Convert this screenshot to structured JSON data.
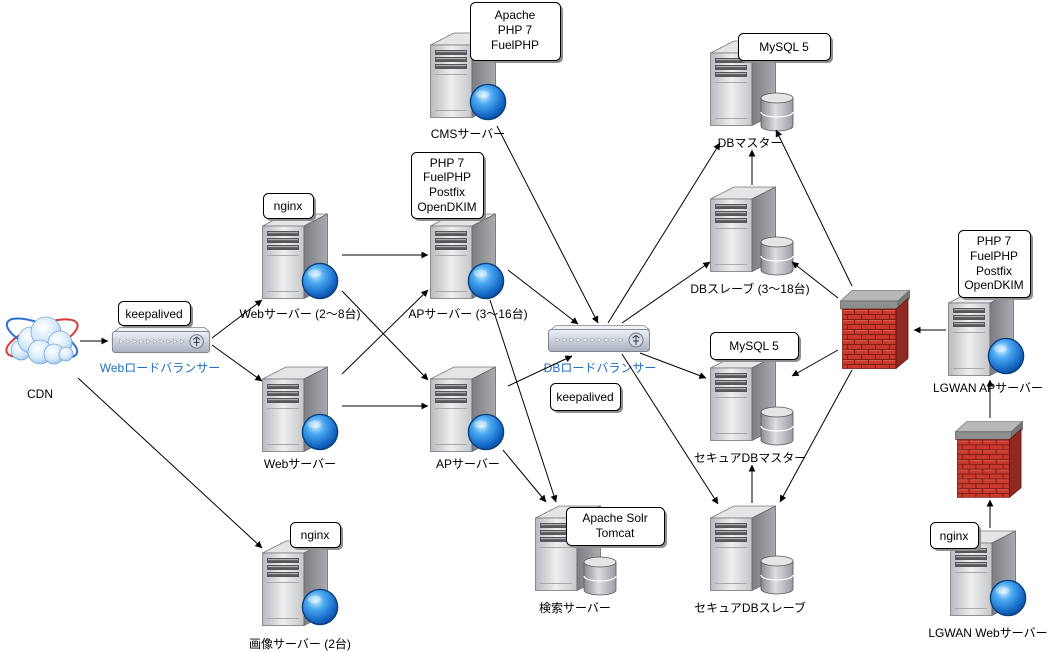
{
  "diagram": {
    "cdn": {
      "label": "CDN"
    },
    "web_lb": {
      "label": "Webロードバランサー",
      "note": "keepalived"
    },
    "web_server_cluster": {
      "label": "Webサーバー (2〜8台)",
      "note": "nginx"
    },
    "web_server": {
      "label": "Webサーバー"
    },
    "image_server": {
      "label": "画像サーバー (2台)",
      "note": "nginx"
    },
    "cms_server": {
      "label": "CMSサーバー",
      "note": [
        "Apache",
        "PHP 7",
        "FuelPHP"
      ]
    },
    "ap_server_cluster": {
      "label": "APサーバー (3〜16台)",
      "note": [
        "PHP 7",
        "FuelPHP",
        "Postfix",
        "OpenDKIM"
      ]
    },
    "ap_server": {
      "label": "APサーバー"
    },
    "db_lb": {
      "label": "DBロードバランサー",
      "note": "keepalived"
    },
    "search_server": {
      "label": "検索サーバー",
      "note": [
        "Apache Solr",
        "Tomcat"
      ]
    },
    "db_master": {
      "label": "DBマスター",
      "note": "MySQL 5"
    },
    "db_slave": {
      "label": "DBスレーブ (3〜18台)"
    },
    "secure_db_master": {
      "label": "セキュアDBマスター",
      "note": "MySQL 5"
    },
    "secure_db_slave": {
      "label": "セキュアDBスレーブ"
    },
    "lgwan_ap_server": {
      "label": "LGWAN APサーバー",
      "note": [
        "PHP 7",
        "FuelPHP",
        "Postfix",
        "OpenDKIM"
      ]
    },
    "lgwan_web_server": {
      "label": "LGWAN Webサーバー",
      "note": "nginx"
    }
  },
  "colors": {
    "load_balancer_label": "#1f6fc5",
    "text": "#000000",
    "arrow": "#000000",
    "globe": "#1e7fd8",
    "firewall_brick": "#c9392c"
  }
}
